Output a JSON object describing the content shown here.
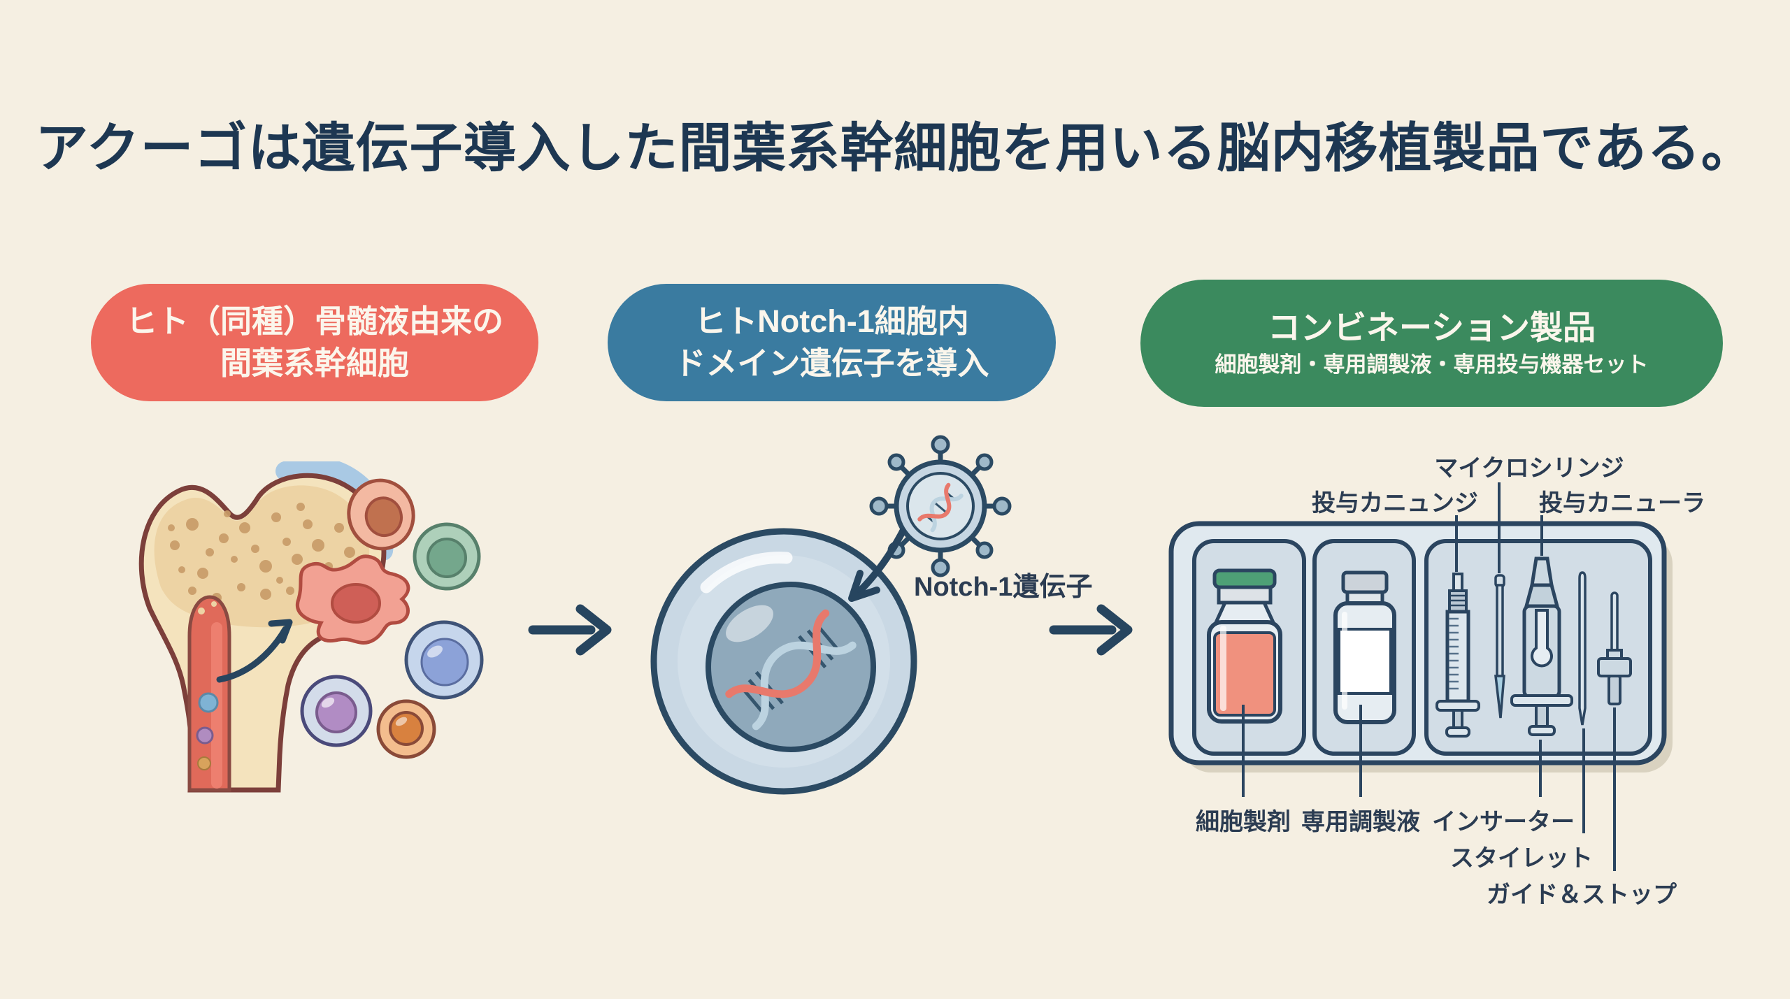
{
  "title": "アクーゴは遺伝子導入した間葉系幹細胞を用いる脳内移植製品である。",
  "flow": {
    "step1": {
      "line1": "ヒト（同種）骨髄液由来の",
      "line2": "間葉系幹細胞",
      "color": "#ed6a5e"
    },
    "step2": {
      "line1": "ヒトNotch-1細胞内",
      "line2": "ドメイン遺伝子を導入",
      "color": "#3a7ba0"
    },
    "step3": {
      "title": "コンビネーション製品",
      "subtitle": "細胞製剤・専用調製液・専用投与機器セット",
      "color": "#3b8a5e"
    }
  },
  "gene_transfer": {
    "vector_label": "Notch-1遺伝子"
  },
  "kit": {
    "micro_syringe_label": "マイクロシリンジ",
    "cannula_label_left": "投与カニュンジ",
    "cannula_label_right": "投与カニューラ",
    "cell_product_label": "細胞製剤",
    "preparation_solution_label": "専用調製液",
    "inserter_label": "インサーター",
    "stylet_label": "スタイレット",
    "guide_stop_label": "ガイド＆ストップ"
  },
  "icons": {
    "bone_marrow": "bone-marrow-illustration",
    "stem_cell": "mesenchymal-stem-cell-icon",
    "cell": "cell-with-nucleus-illustration",
    "dna": "dna-helix-icon",
    "virus_vector": "viral-vector-icon",
    "tray": "device-kit-tray-illustration",
    "arrow": "flow-arrow-right-icon"
  },
  "colors": {
    "background": "#f5efe2",
    "title_text": "#1d3752",
    "outline_navy": "#2b4560",
    "label_text": "#2b3c52",
    "arrow": "#27455f",
    "step1_red": "#ed6a5e",
    "step2_blue": "#3a7ba0",
    "step3_green": "#3b8a5e",
    "vial_cap_green": "#4ea076",
    "vial_liquid_salmon": "#f0917e",
    "bone_cream": "#f4e3bd",
    "bone_marrow_red": "#e06a5a",
    "cartilage_blue": "#a9c9e4",
    "cell_body_blue": "#c9d8e4",
    "nucleus_blue": "#8fa9bb",
    "dna_salmon": "#e8796c",
    "dna_light_blue": "#bcd3e0"
  }
}
